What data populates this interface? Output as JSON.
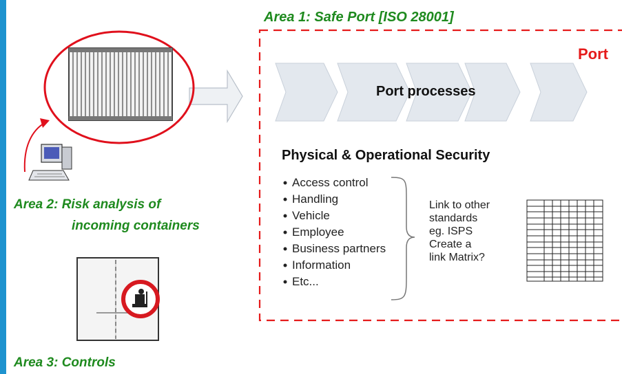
{
  "colors": {
    "left_bar": "#1e93cf",
    "area_label": "#1e8a1e",
    "dashed_border": "#e51b1b",
    "port_label": "#e51b1b",
    "chevron_fill": "#e3e8ee",
    "ellipse": "#e0101c",
    "no_entry_ring": "#d71920"
  },
  "area1": {
    "title": "Area 1: Safe Port [ISO 28001]",
    "port_label": "Port"
  },
  "processes": {
    "label": "Port processes",
    "chevron_count": 5
  },
  "security": {
    "heading": "Physical & Operational Security",
    "items": [
      "Access control",
      "Handling",
      "Vehicle",
      "Employee",
      "Business partners",
      "Information",
      "Etc..."
    ]
  },
  "link_note": [
    "Link to other",
    "standards",
    "eg. ISPS",
    "Create a",
    "link Matrix?"
  ],
  "area2": {
    "line1": "Area 2: Risk analysis of",
    "line2": "incoming containers"
  },
  "area3": {
    "title": "Area 3: Controls"
  },
  "icons": [
    "container-icon",
    "computer-icon",
    "arrow-right-icon",
    "gate-icon",
    "no-entry-sign-icon",
    "matrix-grid-icon"
  ]
}
